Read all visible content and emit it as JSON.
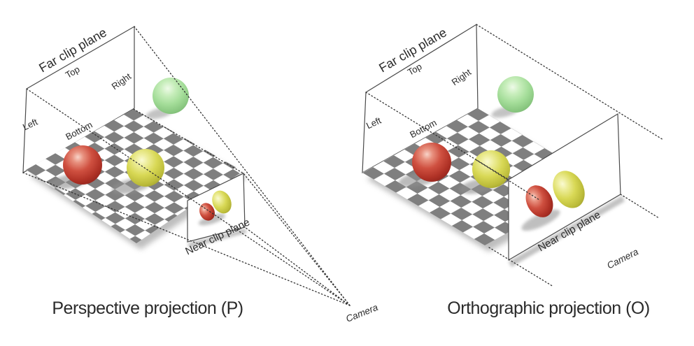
{
  "figure": {
    "background": "#ffffff",
    "palette": {
      "caption_text": "#595959",
      "label_text": "#2b2b2b",
      "checker_dark": "#7f7f7f",
      "checker_light": "#ffffff",
      "outline": "#4a4a4a",
      "dotted_line": "#333333",
      "sphere_red": "#c4463a",
      "sphere_yellow": "#d8d855",
      "sphere_green": "#a4dd99",
      "shadow": "#9b9b9b"
    },
    "diagrams": [
      {
        "name": "perspective",
        "caption": "Perspective projection (P)",
        "labels": {
          "far_plane": "Far clip plane",
          "top": "Top",
          "right": "Right",
          "left": "Left",
          "bottom": "Bottom",
          "near_plane": "Near clip plane",
          "camera": "Camera"
        },
        "spheres": [
          "red",
          "yellow",
          "green"
        ]
      },
      {
        "name": "orthographic",
        "caption": "Orthographic projection (O)",
        "labels": {
          "far_plane": "Far clip plane",
          "top": "Top",
          "right": "Right",
          "left": "Left",
          "bottom": "Bottom",
          "near_plane": "Near clip plane",
          "camera": "Camera"
        },
        "spheres": [
          "red",
          "yellow",
          "green"
        ]
      }
    ]
  }
}
